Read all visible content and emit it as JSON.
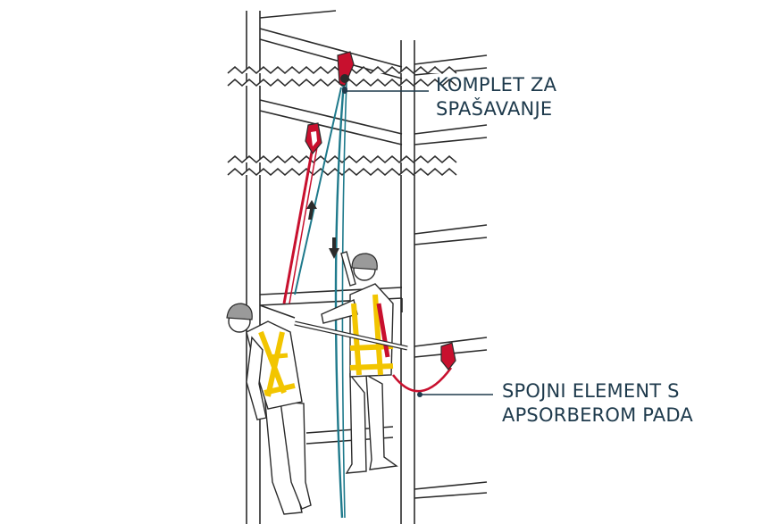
{
  "labels": {
    "rescue_kit": {
      "line1": "KOMPLET ZA",
      "line2": "SPAŠAVANJE"
    },
    "lanyard": {
      "line1": "SPOJNI ELEMENT S",
      "line2": "APSORBEROM PADA"
    }
  },
  "colors": {
    "outline": "#2b2b2b",
    "rope": "#1f7a8c",
    "lanyard": "#c8102e",
    "harness": "#f2c500",
    "label": "#1e3a4c"
  },
  "icons": [
    "helmet-icon",
    "arrow-up-icon",
    "arrow-down-icon",
    "carabiner-icon"
  ]
}
